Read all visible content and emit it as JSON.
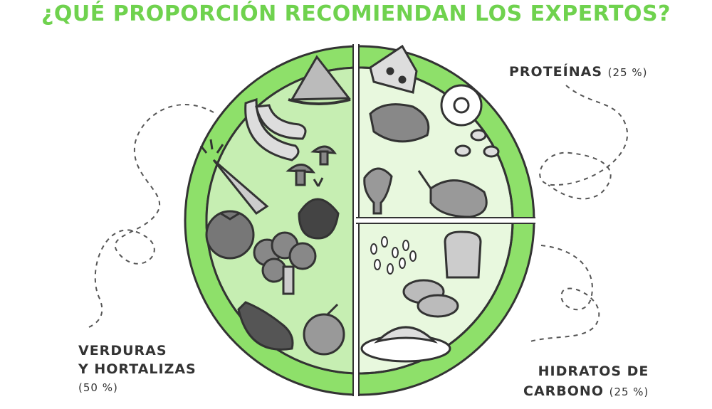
{
  "title": "¿QUÉ PROPORCIÓN RECOMIENDAN LOS EXPERTOS?",
  "sections": {
    "proteins": {
      "name": "PROTEÍNAS",
      "percent": "(25 %)"
    },
    "vegetables": {
      "name_line1": "VERDURAS",
      "name_line2": "Y HORTALIZAS",
      "percent": "(50 %)"
    },
    "carbs": {
      "name_line1": "HIDRATOS DE",
      "name_line2": "CARBONO",
      "percent": "(25 %)"
    }
  },
  "colors": {
    "title": "#6fd24e",
    "plate_rim": "#8ee06a",
    "plate_fill": "#e8f8de",
    "outline": "#333333"
  }
}
